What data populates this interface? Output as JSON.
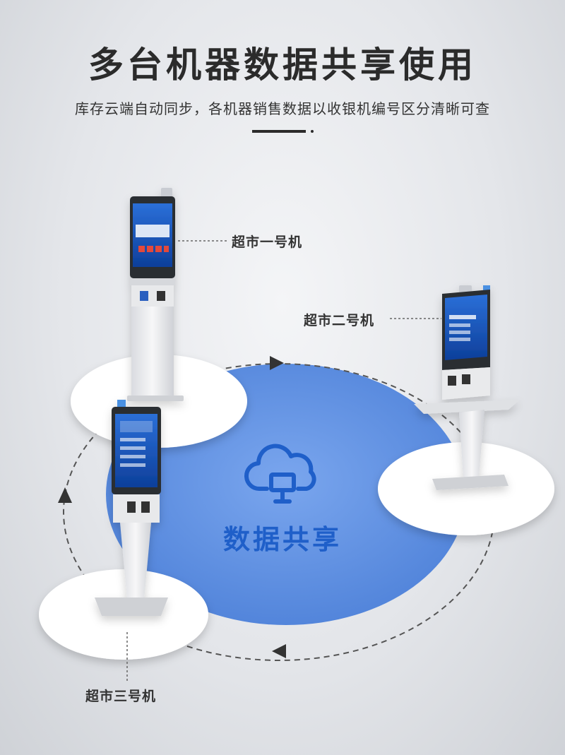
{
  "header": {
    "title": "多台机器数据共享使用",
    "subtitle": "库存云端自动同步，各机器销售数据以收银机编号区分清晰可查"
  },
  "center": {
    "label": "数据共享",
    "icon": "cloud-computer-icon"
  },
  "machines": [
    {
      "label": "超市一号机"
    },
    {
      "label": "超市二号机"
    },
    {
      "label": "超市三号机"
    }
  ],
  "colors": {
    "accent": "#2f6fd6",
    "circle": "#5e8fe0",
    "text": "#2b2b2b"
  }
}
